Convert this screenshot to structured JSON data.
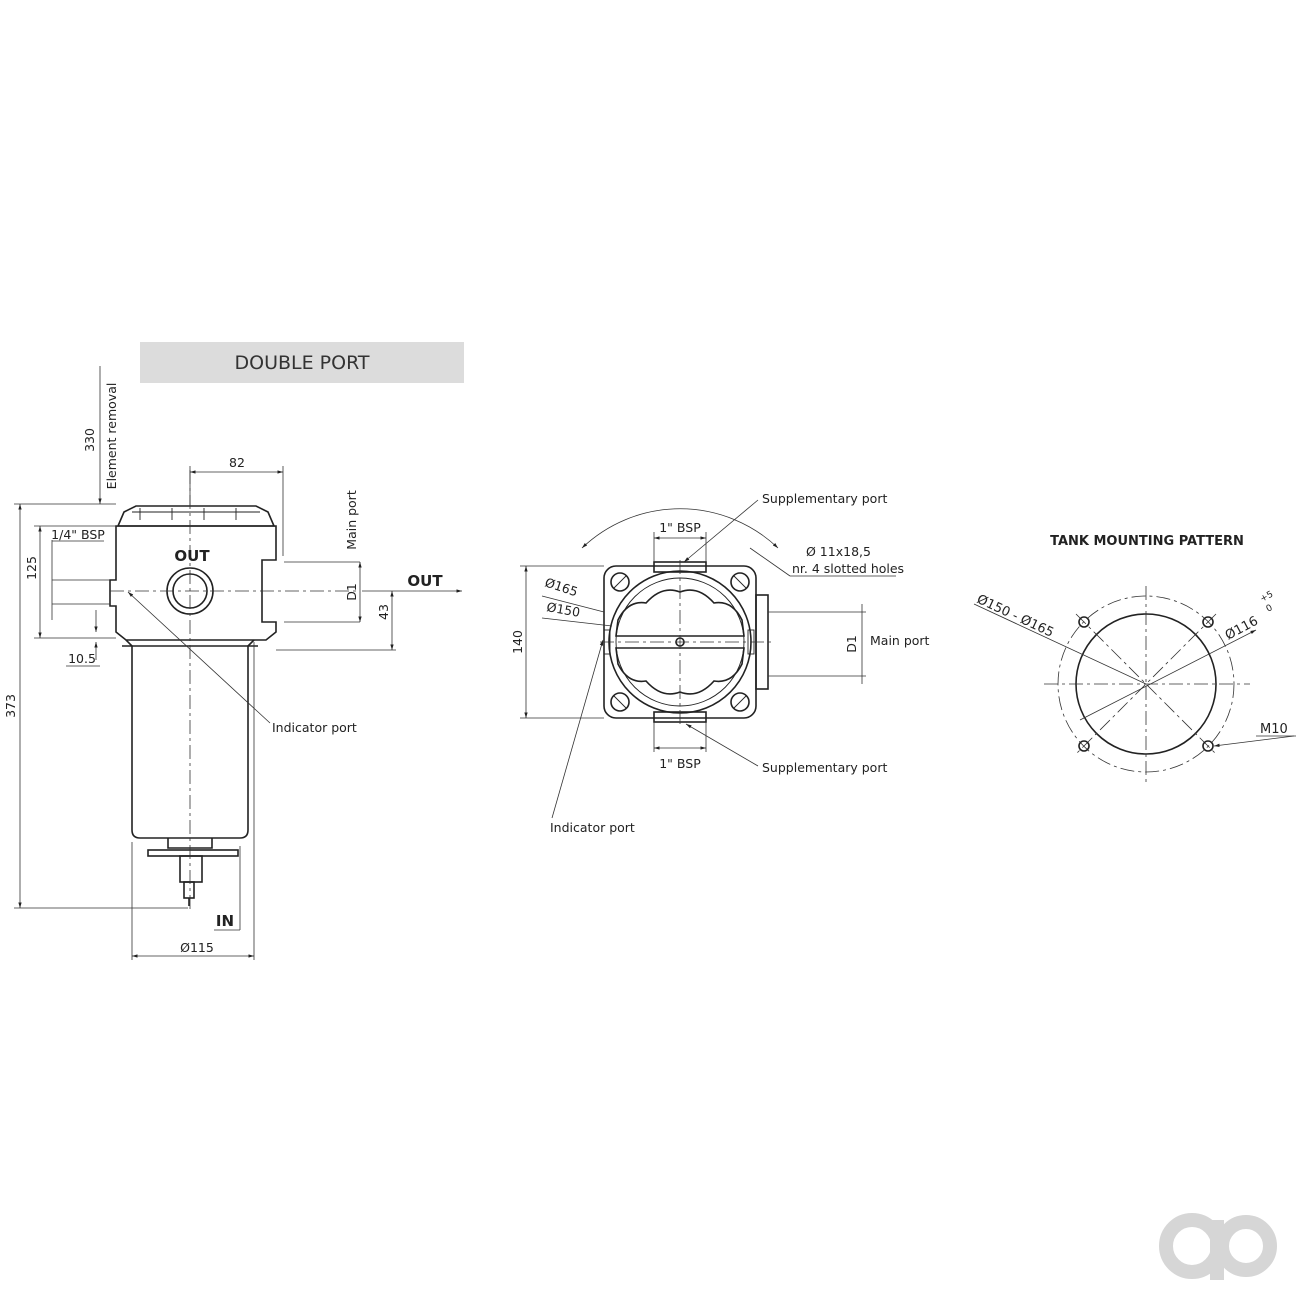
{
  "banner": "DOUBLE PORT",
  "side_view": {
    "dim_330": "330",
    "element_removal": "Element removal",
    "dim_82": "82",
    "main_port": "Main port",
    "bsp_14": "1/4\" BSP",
    "dim_125": "125",
    "out_top": "OUT",
    "out_right": "OUT",
    "d1": "D1",
    "dim_43": "43",
    "dim_105": "10.5",
    "dim_373": "373",
    "indicator_port": "Indicator port",
    "in_label": "IN",
    "dia_115": "Ø115"
  },
  "top_view": {
    "supp_port_top": "Supplementary port",
    "bsp_top": "1\" BSP",
    "slot_dia": "Ø 11x18,5",
    "slot_note": "nr. 4 slotted holes",
    "dia_165": "Ø165",
    "dia_150": "Ø150",
    "dim_140": "140",
    "d1": "D1",
    "main_port": "Main port",
    "bsp_bottom": "1\" BSP",
    "supp_port_bottom": "Supplementary port",
    "indicator_port": "Indicator port"
  },
  "tank": {
    "title": "TANK MOUNTING PATTERN",
    "dia_range": "Ø150 - Ø165",
    "dia_116": "Ø116",
    "tol_plus": "+5",
    "tol_zero": "0",
    "thread": "M10"
  },
  "colors": {
    "line": "#222222",
    "banner_bg": "#dcdcdc",
    "logo": "#d6d6d6"
  },
  "icons": {
    "logo": "ao-logo-icon"
  }
}
